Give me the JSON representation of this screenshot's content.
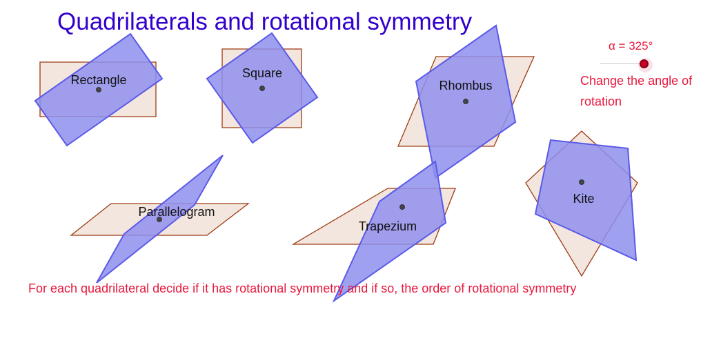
{
  "title": "Quadrilaterals and rotational symmetry",
  "slider": {
    "label": "α = 325°",
    "angle_deg": 325,
    "range_deg": [
      0,
      360
    ],
    "help_text": "Change the angle of rotation"
  },
  "instruction": "For each quadrilateral decide if it has rotational symmetry and if so, the order of rotational symmetry",
  "shapes": [
    {
      "key": "rectangle",
      "label": "Rectangle"
    },
    {
      "key": "square",
      "label": "Square"
    },
    {
      "key": "rhombus",
      "label": "Rhombus"
    },
    {
      "key": "parallelogram",
      "label": "Parallelogram"
    },
    {
      "key": "trapezium",
      "label": "Trapezium"
    },
    {
      "key": "kite",
      "label": "Kite"
    }
  ],
  "colors": {
    "title": "#3300cc",
    "accent_text": "#e8183c",
    "original_fill": "#f3e6de",
    "original_stroke": "#9c3a12",
    "rotated_fill": "#8f8fef",
    "rotated_stroke": "#5a5ae8",
    "center_point": "#444444",
    "slider_knob": "#cc0022"
  }
}
